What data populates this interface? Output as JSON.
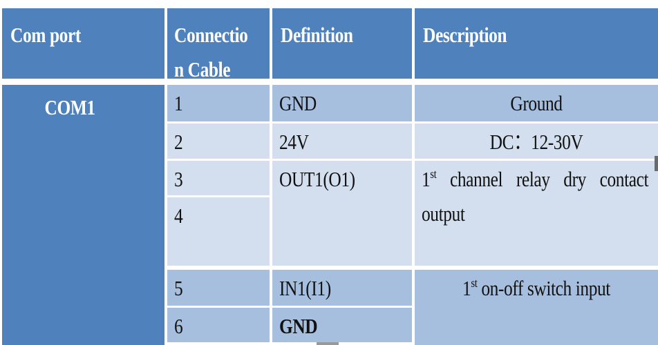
{
  "table": {
    "headers": [
      "Com port",
      "Connection Cable",
      "Definition",
      "Description"
    ],
    "header_cable_line1": "Connectio",
    "header_cable_line2": "n Cable",
    "port": "COM1",
    "rows": [
      {
        "pin": "1",
        "definition": "GND",
        "description": "Ground"
      },
      {
        "pin": "2",
        "definition": "24V",
        "description": "DC：12-30V"
      },
      {
        "pin": "3",
        "definition": "OUT1(O1)",
        "description_num": "1",
        "description_sup": "st",
        "description_rest": " channel relay dry contact output"
      },
      {
        "pin": "4",
        "definition": "",
        "description": ""
      },
      {
        "pin": "5",
        "definition": "IN1(I1)",
        "description_num": "1",
        "description_sup": "st",
        "description_rest": " on-off switch input"
      },
      {
        "pin": "6",
        "definition": "GND",
        "description": ""
      }
    ]
  },
  "colors": {
    "header_bg": "#4f81bd",
    "row_dark": "#a7bfde",
    "row_light": "#d3dfee",
    "header_text": "#ffffff",
    "body_text": "#111111"
  }
}
